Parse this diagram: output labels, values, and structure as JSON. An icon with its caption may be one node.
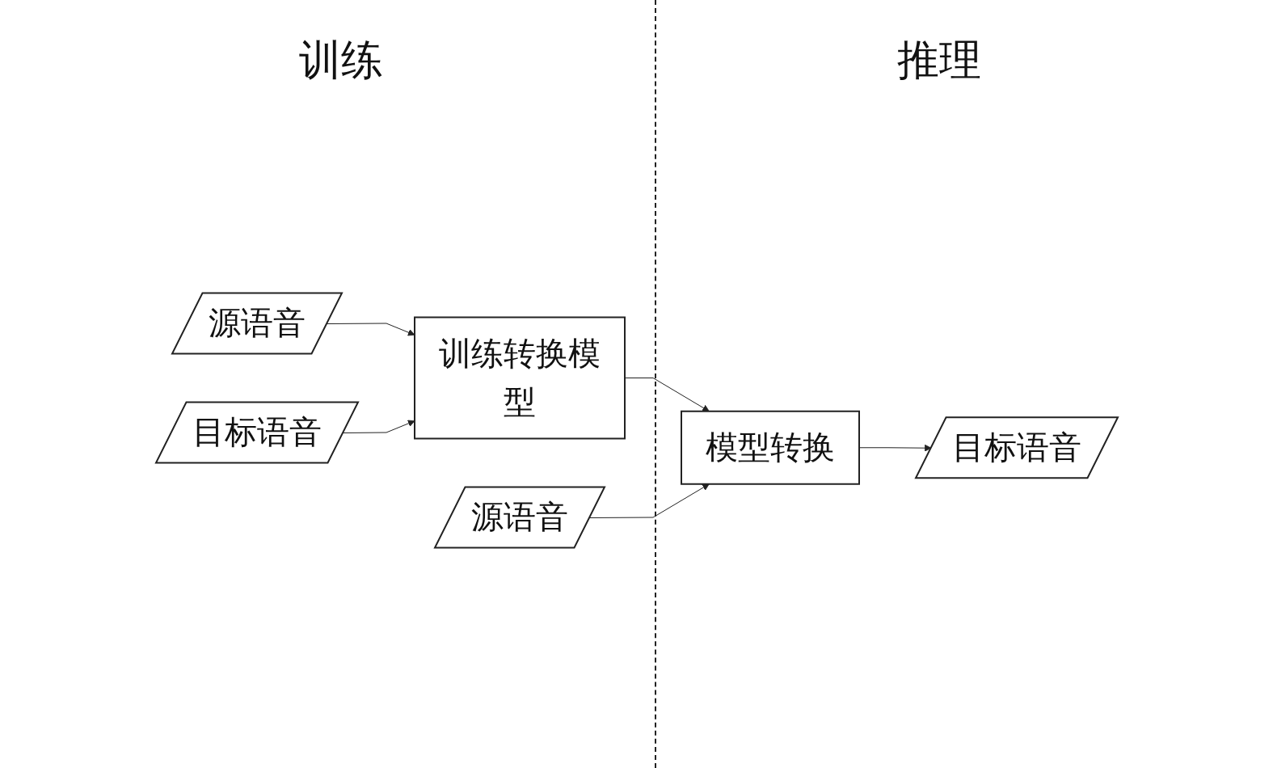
{
  "diagram": {
    "nodes": [
      {
        "text": [
          "源语音"
        ]
      },
      {
        "text": [
          "目标语音"
        ]
      },
      {
        "text": [
          "训练转换模型"
        ]
      },
      {
        "text": [
          "源语音"
        ]
      },
      {
        "text": [
          "模型转换"
        ]
      },
      {
        "text": [
          "目标语音"
        ]
      }
    ],
    "edges": [
      {
        "from": 0,
        "to": 2,
        "arrow": "to"
      },
      {
        "from": 1,
        "to": 2,
        "arrow": "to"
      },
      {
        "from": 2,
        "to": 4,
        "arrow": "to"
      },
      {
        "from": 3,
        "to": 4,
        "arrow": "to"
      },
      {
        "from": 4,
        "to": 5,
        "arrow": "to"
      }
    ],
    "labels": [
      "训练",
      "推理"
    ]
  }
}
